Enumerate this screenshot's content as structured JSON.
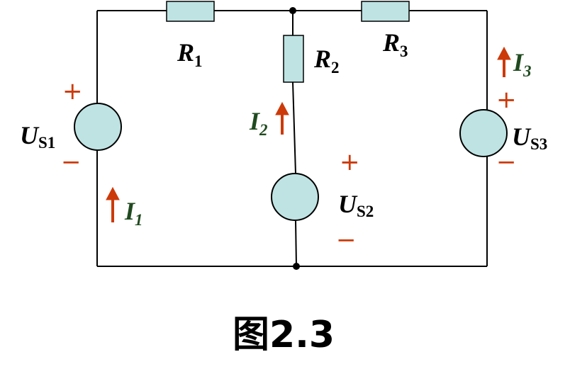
{
  "caption": "图2.3",
  "resistors": {
    "r1": {
      "main": "R",
      "sub": "1"
    },
    "r2": {
      "main": "R",
      "sub": "2"
    },
    "r3": {
      "main": "R",
      "sub": "3"
    }
  },
  "sources": {
    "us1": {
      "main": "U",
      "sub": "S1",
      "plus": "+",
      "minus": "−"
    },
    "us2": {
      "main": "U",
      "sub": "S2",
      "plus": "+",
      "minus": "−"
    },
    "us3": {
      "main": "U",
      "sub": "S3",
      "plus": "+",
      "minus": "−"
    }
  },
  "currents": {
    "i1": {
      "main": "I",
      "sub": "1"
    },
    "i2": {
      "main": "I",
      "sub": "2"
    },
    "i3": {
      "main": "I",
      "sub": "3"
    }
  },
  "colors": {
    "component_fill": "#bfe3e3",
    "arrow": "#cc3a0a",
    "current_label": "#1f4a1f"
  }
}
